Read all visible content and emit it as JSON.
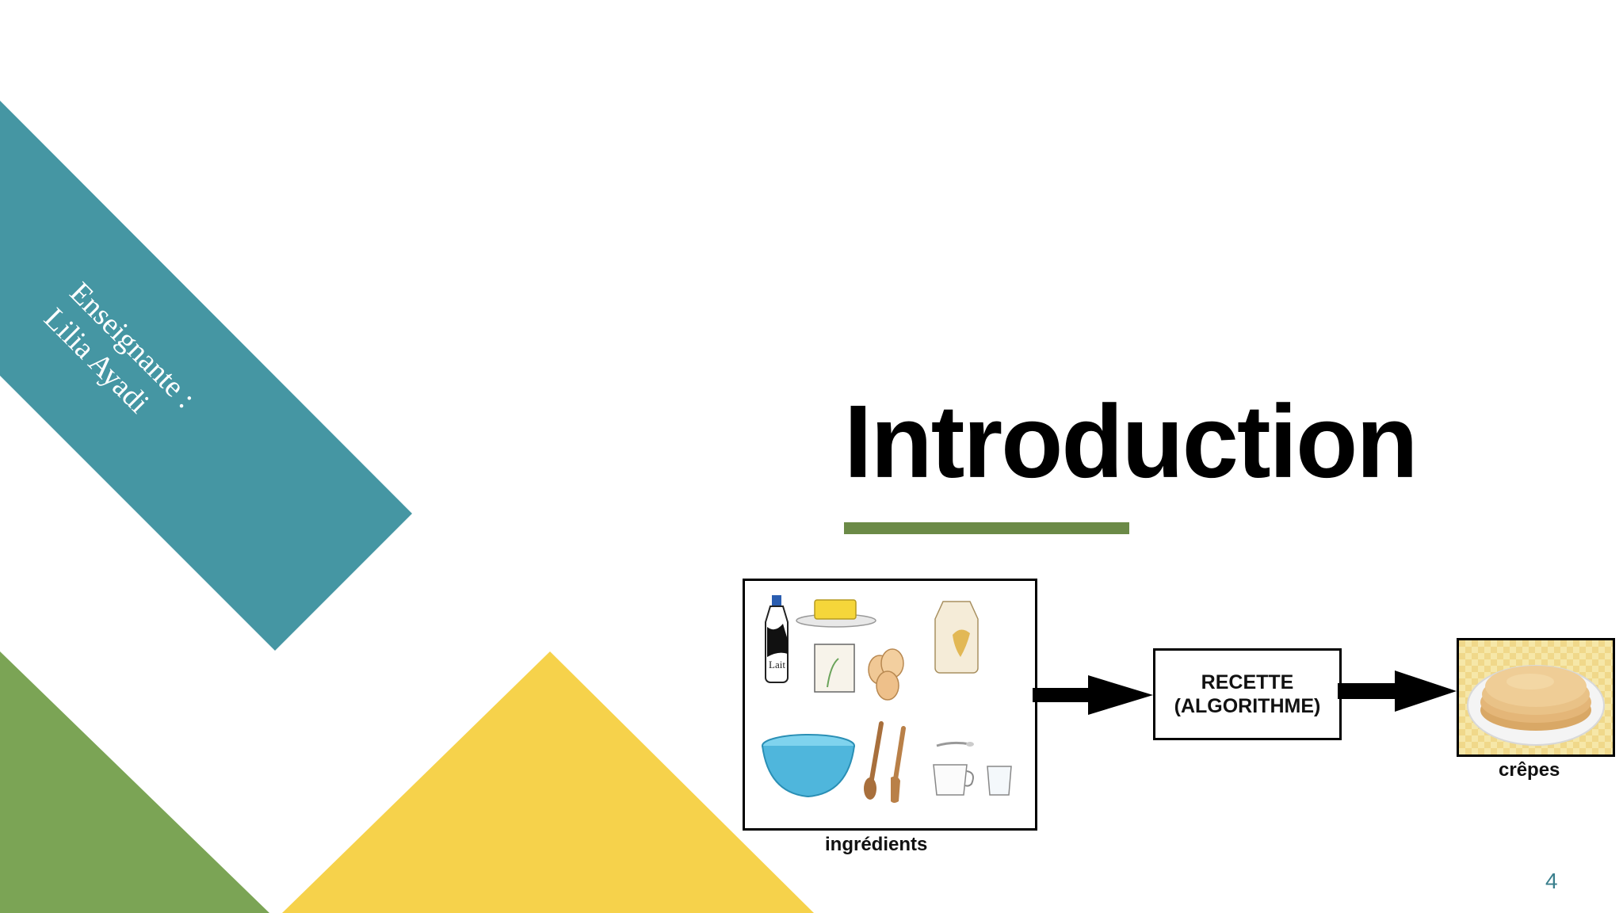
{
  "slide": {
    "teacher_line1": "Enseignante :",
    "teacher_line2": "Lilia Ayadi",
    "title": "Introduction",
    "page_number": "4"
  },
  "diagram": {
    "ingredients_caption": "ingrédients",
    "recipe_line1": "RECETTE",
    "recipe_line2": "(ALGORITHME)",
    "crepes_caption": "crêpes",
    "milk_label": "Lait"
  },
  "colors": {
    "teal": "#4596a3",
    "green": "#7ba455",
    "yellow": "#f6d24b",
    "underline": "#6b8a47",
    "page_number": "#3a7f8d"
  },
  "icons": [
    "milk-bottle-icon",
    "butter-icon",
    "sugar-box-icon",
    "eggs-icon",
    "flour-bag-icon",
    "bowl-icon",
    "wooden-spoons-icon",
    "cups-icon",
    "crepes-plate-icon",
    "arrow-right-icon"
  ]
}
